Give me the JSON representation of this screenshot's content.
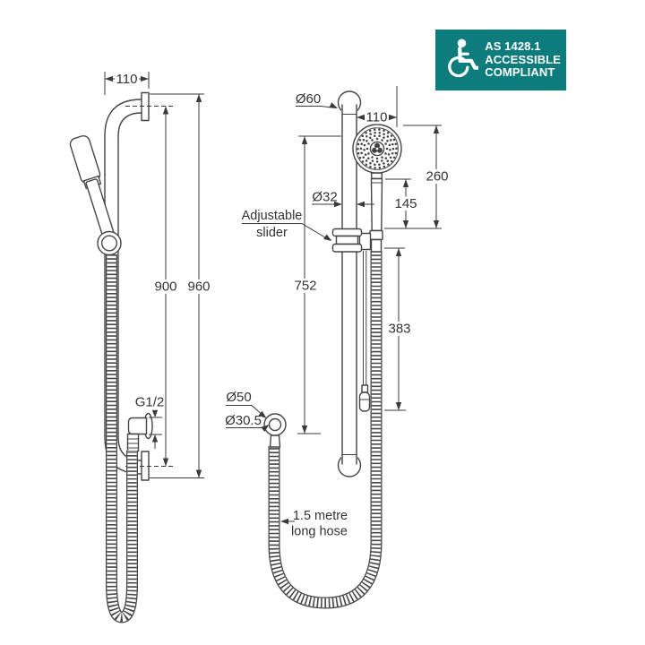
{
  "badge": {
    "standard": "AS 1428.1",
    "word1": "ACCESSIBLE",
    "word2": "COMPLIANT",
    "bg_color": "#0d7c7c",
    "text_color": "#ffffff",
    "icon": "wheelchair-accessibility-icon"
  },
  "drawing": {
    "line_color": "#454545",
    "side_view": {
      "dim_wall_offset": "110",
      "dim_rail_height": "900",
      "dim_overall_height": "960",
      "label_thread": "G1/2"
    },
    "front_view": {
      "label_bend_diameter": "Ø60",
      "dim_head_offset": "110",
      "dim_handset_length": "260",
      "label_rail_diameter": "Ø32",
      "dim_handle_length": "145",
      "note_slider_line1": "Adjustable",
      "note_slider_line2": "slider",
      "dim_rail_length": "752",
      "dim_slider_travel": "383",
      "label_outlet_diameter": "Ø50",
      "label_outlet_inner_diameter": "Ø30.5",
      "note_hose_line1": "1.5 metre",
      "note_hose_line2": "long hose"
    }
  }
}
